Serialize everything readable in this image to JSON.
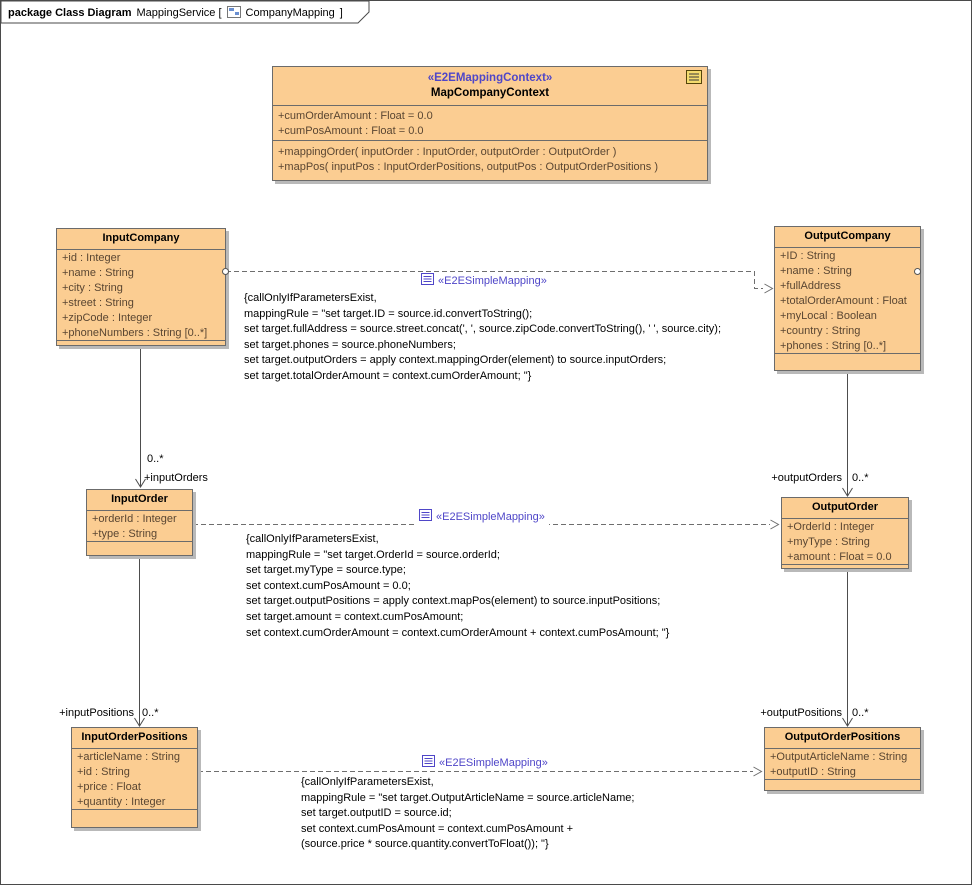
{
  "colors": {
    "class_fill": "#FBCD92",
    "class_border": "#6B6B6B",
    "shadow": "#B9B9B9",
    "stereotype_text": "#4F46C8",
    "attribute_text": "#5A4632",
    "solid_line": "#4D4D4D",
    "dashed_line": "#6E6E6E"
  },
  "frame": {
    "kind": "package Class Diagram",
    "name": "MappingService [",
    "diagram": "CompanyMapping",
    "close": "]"
  },
  "classes": {
    "map_company_context": {
      "stereotype": "«E2EMappingContext»",
      "name": "MapCompanyContext",
      "attributes": [
        "+cumOrderAmount : Float = 0.0",
        "+cumPosAmount : Float = 0.0"
      ],
      "operations": [
        "+mappingOrder( inputOrder : InputOrder, outputOrder : OutputOrder )",
        "+mapPos( inputPos : InputOrderPositions, outputPos : OutputOrderPositions )"
      ]
    },
    "input_company": {
      "name": "InputCompany",
      "attributes": [
        "+id : Integer",
        "+name : String",
        "+city : String",
        "+street : String",
        "+zipCode : Integer",
        "+phoneNumbers : String [0..*]"
      ]
    },
    "output_company": {
      "name": "OutputCompany",
      "attributes": [
        "+ID : String",
        "+name : String",
        "+fullAddress",
        "+totalOrderAmount : Float",
        "+myLocal : Boolean",
        "+country : String",
        "+phones : String [0..*]"
      ]
    },
    "input_order": {
      "name": "InputOrder",
      "attributes": [
        "+orderId : Integer",
        "+type : String"
      ]
    },
    "output_order": {
      "name": "OutputOrder",
      "attributes": [
        "+OrderId : Integer",
        "+myType : String",
        "+amount : Float = 0.0"
      ]
    },
    "input_order_positions": {
      "name": "InputOrderPositions",
      "attributes": [
        "+articleName : String",
        "+id : String",
        "+price : Float",
        "+quantity : Integer"
      ]
    },
    "output_order_positions": {
      "name": "OutputOrderPositions",
      "attributes": [
        "+OutputArticleName : String",
        "+outputID : String"
      ]
    }
  },
  "mappings": [
    {
      "stereotype": "«E2ESimpleMapping»",
      "constraint": [
        "{callOnlyIfParametersExist,",
        "mappingRule = \"set target.ID = source.id.convertToString();",
        "set target.fullAddress = source.street.concat(', ', source.zipCode.convertToString(), ' ', source.city);",
        "set target.phones = source.phoneNumbers;",
        "set target.outputOrders = apply context.mappingOrder(element) to source.inputOrders;",
        "set target.totalOrderAmount = context.cumOrderAmount; \"}"
      ]
    },
    {
      "stereotype": "«E2ESimpleMapping»",
      "constraint": [
        "{callOnlyIfParametersExist,",
        "mappingRule = \"set target.OrderId = source.orderId;",
        "set target.myType = source.type;",
        "set context.cumPosAmount = 0.0;",
        "set target.outputPositions = apply context.mapPos(element) to source.inputPositions;",
        "set target.amount = context.cumPosAmount;",
        "set context.cumOrderAmount = context.cumOrderAmount + context.cumPosAmount; \"}"
      ]
    },
    {
      "stereotype": "«E2ESimpleMapping»",
      "constraint": [
        "{callOnlyIfParametersExist,",
        "mappingRule = \"set target.OutputArticleName = source.articleName;",
        "set target.outputID = source.id;",
        "set context.cumPosAmount = context.cumPosAmount +",
        "(source.price * source.quantity.convertToFloat()); \"}"
      ]
    }
  ],
  "associations": [
    {
      "multiplicity": "0..*",
      "role": "+inputOrders"
    },
    {
      "role": "+outputOrders",
      "multiplicity": "0..*"
    },
    {
      "role": "+inputPositions",
      "multiplicity": "0..*"
    },
    {
      "role": "+outputPositions",
      "multiplicity": "0..*"
    }
  ]
}
